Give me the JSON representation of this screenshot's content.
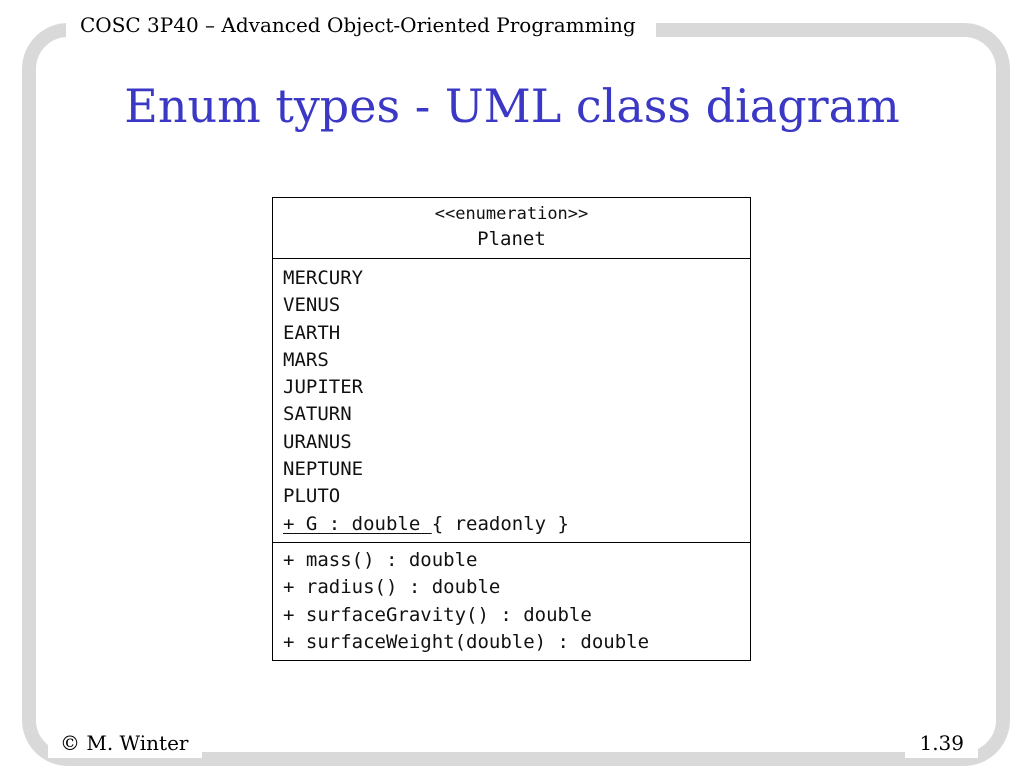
{
  "header": {
    "course_label": "COSC 3P40 – Advanced Object-Oriented Programming"
  },
  "slide": {
    "title": "Enum types - UML class diagram"
  },
  "uml_class": {
    "stereotype": "<<enumeration>>",
    "name": "Planet",
    "literals": [
      "MERCURY",
      "VENUS",
      "EARTH",
      "MARS",
      "JUPITER",
      "SATURN",
      "URANUS",
      "NEPTUNE",
      "PLUTO"
    ],
    "static_attribute": {
      "declaration": "+ G : double ",
      "constraint": "{ readonly }"
    },
    "operations": [
      "+ mass() : double",
      "+ radius() : double",
      "+ surfaceGravity() : double",
      "+ surfaceWeight(double) : double"
    ]
  },
  "footer": {
    "author": "© M. Winter",
    "page_number": "1.39"
  },
  "colors": {
    "title": "#3a38c4",
    "frame": "#d9d9d9"
  }
}
